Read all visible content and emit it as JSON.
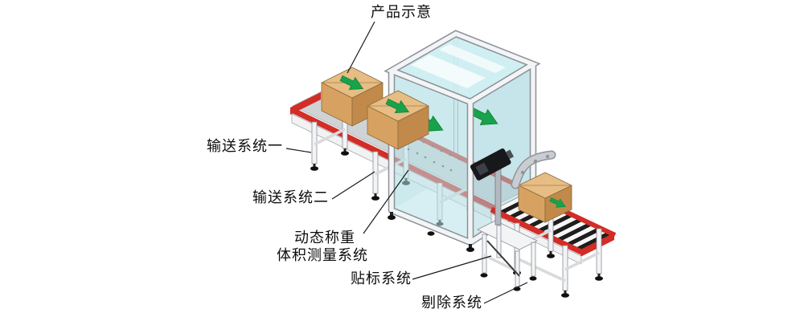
{
  "figure": {
    "type": "isometric-equipment-diagram",
    "labels": {
      "product": "产品示意",
      "conveyor_one": "输送系统一",
      "conveyor_two": "输送系统二",
      "weighing_line1": "动态称重",
      "weighing_line2": "体积测量系统",
      "labeling": "贴标系统",
      "rejecting": "剔除系统"
    },
    "colors": {
      "frame_red": "#d22d26",
      "glass_cyan": "#bfe6ea",
      "arrow_green": "#17a24b",
      "box_tan": "#d7a261",
      "metal_white": "#f4f5f6",
      "leader_line": "#1a1a1a",
      "background": "#ffffff"
    }
  }
}
